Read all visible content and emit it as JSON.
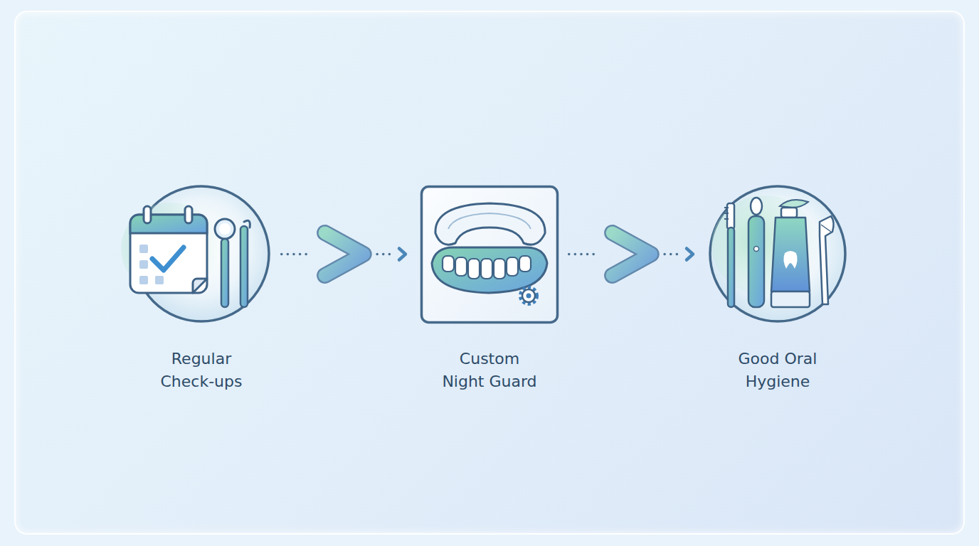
{
  "diagram": {
    "nodes": [
      {
        "text": [
          "Regular Check-ups"
        ]
      },
      {
        "text": [
          "Custom Night Guard"
        ]
      },
      {
        "text": [
          "Good Oral Hygiene"
        ]
      }
    ],
    "edges": [
      {
        "from": 0,
        "to": 1,
        "arrow": "to"
      },
      {
        "from": 1,
        "to": 2,
        "arrow": "to"
      }
    ]
  }
}
